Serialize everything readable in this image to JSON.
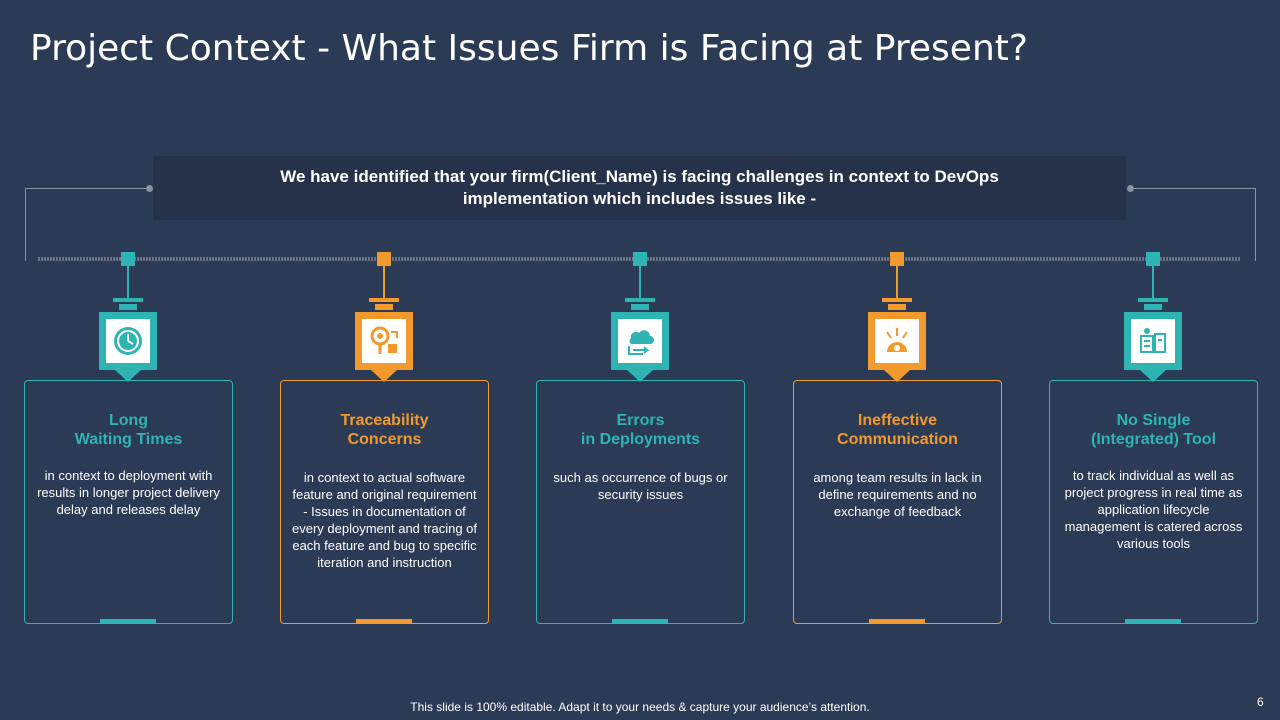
{
  "slide": {
    "title": "Project Context - What Issues Firm is Facing at Present?",
    "banner_line1": "We have identified that your firm(Client_Name) is facing challenges in context to DevOps",
    "banner_line2": "implementation which includes issues like -",
    "footer": "This slide is 100% editable. Adapt it to your needs & capture your audience’s attention.",
    "page_number": "6"
  },
  "colors": {
    "background": "#2b3a55",
    "teal": "#2fb4b4",
    "orange": "#f29a2e",
    "banner": "#25324a"
  },
  "cards": [
    {
      "title_l1": "Long",
      "title_l2": "Waiting Times",
      "icon": "clock-icon",
      "text": "in context to deployment with results in longer project delivery delay and releases delay"
    },
    {
      "title_l1": "Traceability",
      "title_l2": "Concerns",
      "icon": "magnifier-gear-icon",
      "text": "in context to actual software feature and original requirement - Issues in documentation of every deployment and tracing of each feature and bug to specific iteration and instruction"
    },
    {
      "title_l1": "Errors",
      "title_l2": "in Deployments",
      "icon": "cloud-deploy-icon",
      "text": "such as occurrence of bugs or security issues"
    },
    {
      "title_l1": "Ineffective",
      "title_l2": "Communication",
      "icon": "megaphone-icon",
      "text": "among team results in lack in define requirements and no exchange of feedback"
    },
    {
      "title_l1": "No Single",
      "title_l2": "(Integrated) Tool",
      "icon": "toolbox-icon",
      "text": "to track individual as well as project progress in real time  as application lifecycle management is catered across various tools"
    }
  ]
}
